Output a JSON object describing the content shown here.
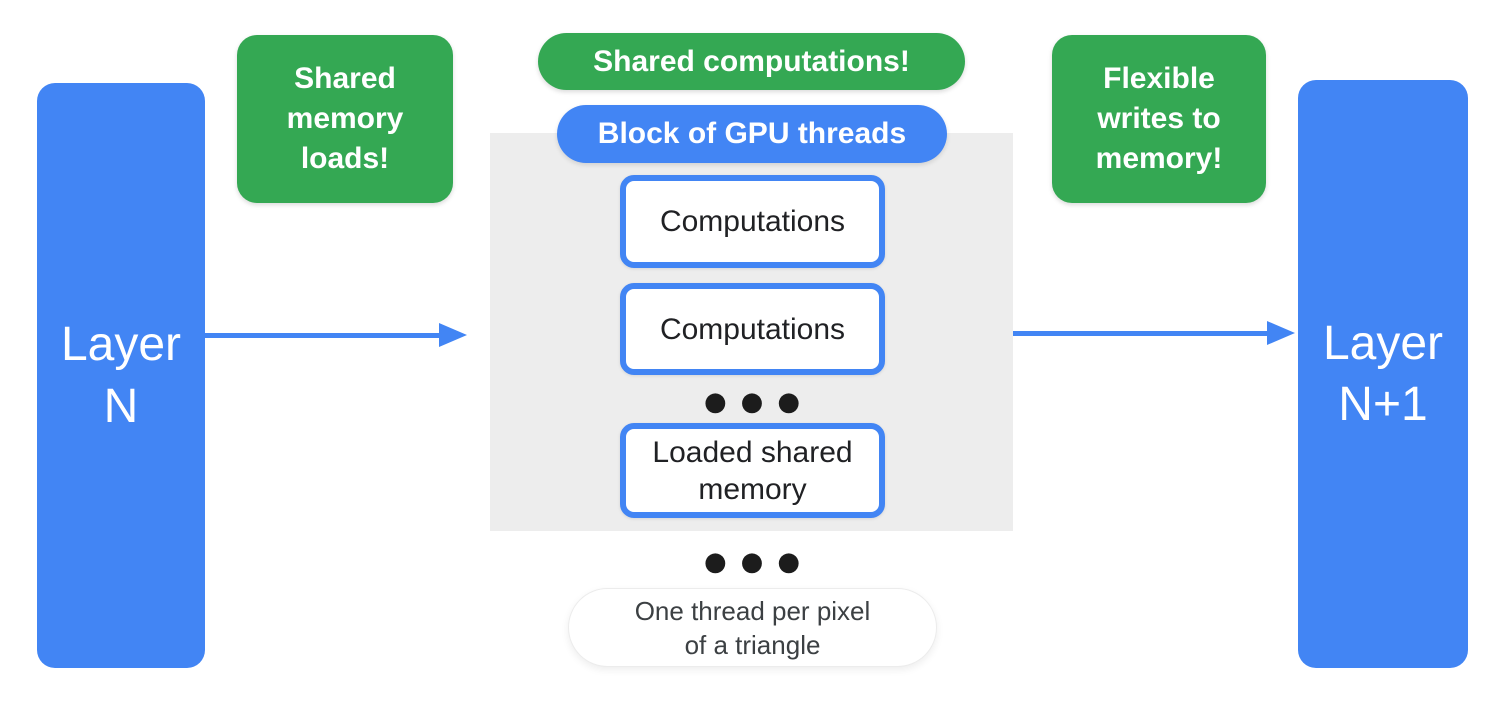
{
  "colors": {
    "blue": "#4285f4",
    "green": "#34a853",
    "panel_gray": "#ededed",
    "ink": "#202124",
    "note_ink": "#3c4043",
    "white": "#ffffff"
  },
  "diagram": {
    "layer_left": {
      "lines": [
        "Layer",
        "N"
      ]
    },
    "layer_right": {
      "lines": [
        "Layer",
        "N+1"
      ]
    },
    "callout_left": {
      "lines": [
        "Shared",
        "memory",
        "loads!"
      ]
    },
    "callout_center": {
      "label": "Shared computations!"
    },
    "callout_right": {
      "lines": [
        "Flexible",
        "writes to",
        "memory!"
      ]
    },
    "gpu_block": {
      "header": "Block of GPU threads",
      "items": [
        {
          "lines": [
            "Computations"
          ]
        },
        {
          "lines": [
            "Computations"
          ]
        },
        {
          "lines": [
            "Loaded shared",
            "memory"
          ]
        }
      ],
      "ellipsis": "●●●"
    },
    "ellipsis_below_block": "●●●",
    "note": {
      "lines": [
        "One thread per pixel",
        "of a triangle"
      ]
    }
  }
}
